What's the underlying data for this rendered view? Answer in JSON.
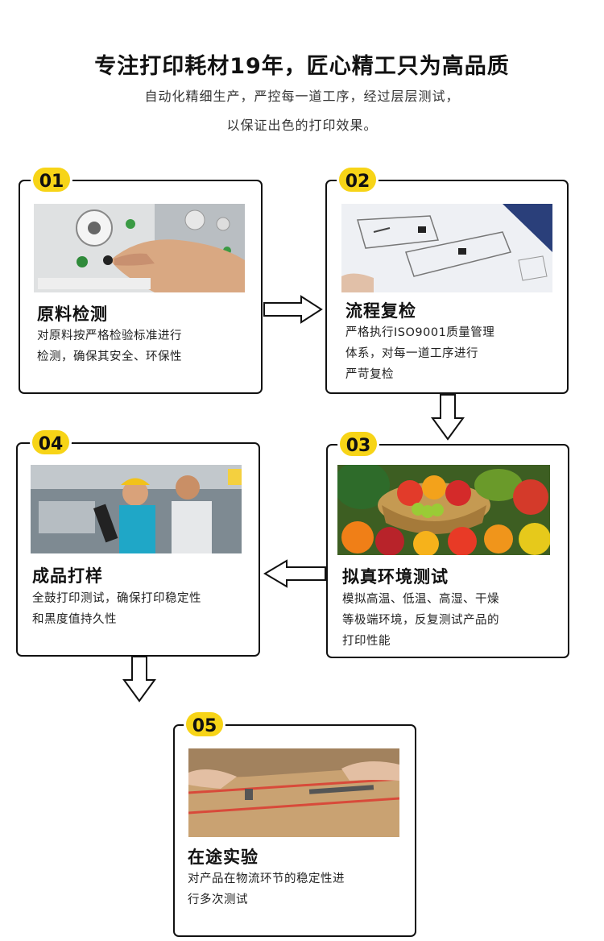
{
  "header": {
    "title": "专注打印耗材19年，匠心精工只为高品质",
    "subtitle_line1": "自动化精细生产，严控每一道工序，经过层层测试，",
    "subtitle_line2": "以保证出色的打印效果。"
  },
  "steps": [
    {
      "number": "01",
      "title": "原料检测",
      "desc_line1": "对原料按严格检验标准进行",
      "desc_line2": "检测，确保其安全、环保性",
      "photo": "control-panel-hand-photo"
    },
    {
      "number": "02",
      "title": "流程复检",
      "desc_line1": "严格执行ISO9001质量管理",
      "desc_line2": "体系，对每一道工序进行",
      "desc_line3": "严苛复检",
      "photo": "instruction-diagram-photo"
    },
    {
      "number": "03",
      "title": "拟真环境测试",
      "desc_line1": "模拟高温、低温、高湿、干燥",
      "desc_line2": "等极端环境，反复测试产品的",
      "desc_line3": "打印性能",
      "photo": "fruit-basket-photo"
    },
    {
      "number": "04",
      "title": "成品打样",
      "desc_line1": "全鼓打印测试，确保打印稳定性",
      "desc_line2": "和黑度值持久性",
      "photo": "factory-workers-photo"
    },
    {
      "number": "05",
      "title": "在途实验",
      "desc_line1": "对产品在物流环节的稳定性进",
      "desc_line2": "行多次测试",
      "photo": "shipping-box-photo"
    }
  ],
  "colors": {
    "badge": "#f7d417",
    "border": "#111111",
    "text": "#111111"
  }
}
